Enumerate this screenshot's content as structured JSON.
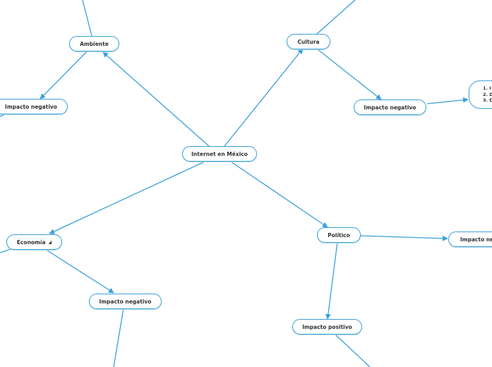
{
  "nodes": {
    "center": "Internet en México",
    "ambiente": "Ambiente",
    "cultura": "Cultura",
    "economia": "Economía",
    "politico": "Político",
    "ambiente_impacto_negativo": "Impacto negativo",
    "cultura_impacto_negativo": "Impacto negativo",
    "economia_impacto_negativo": "Impacto negativo",
    "politico_impacto_negativo": "Impacto ne",
    "politico_impacto_positivo": "Impacto positivo"
  },
  "cultura_list": [
    "1. I",
    "2. D",
    "3. D"
  ],
  "economia_collapse_icon": "caret-icon",
  "colors": {
    "line": "#3aa0d8",
    "border": "#3aa0d8",
    "text": "#333333"
  }
}
